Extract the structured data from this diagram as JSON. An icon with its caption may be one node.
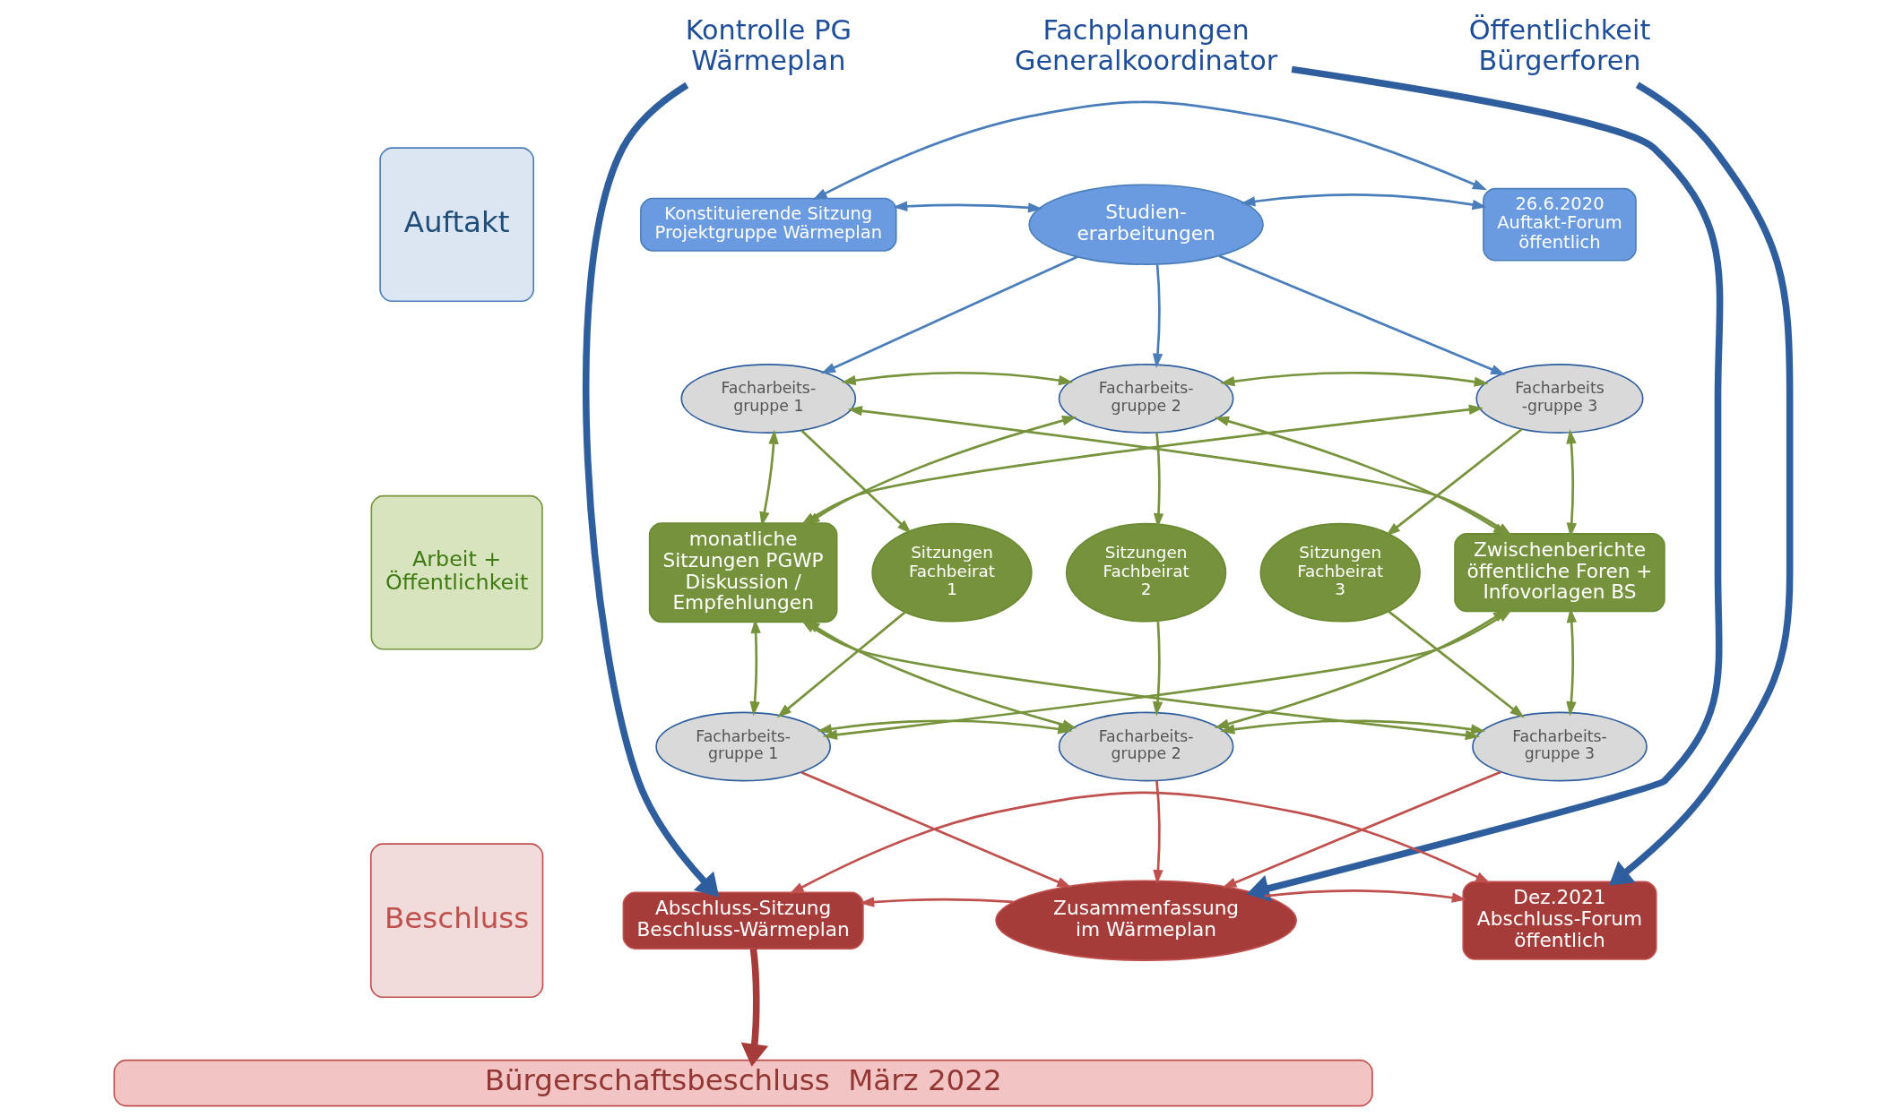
{
  "diagram": {
    "nodes": [
      {
        "text": [
          "Auftakt"
        ]
      },
      {
        "text": [
          "Arbeit + Öffentlichkeit"
        ]
      },
      {
        "text": [
          "Beschluss"
        ]
      },
      {
        "text": [
          "Kontrolle PG Wärmeplan"
        ]
      },
      {
        "text": [
          "Fachplanungen Generalkoordinator"
        ]
      },
      {
        "text": [
          "Öffentlichkeit Bürgerforen"
        ]
      },
      {
        "text": [
          "Konstituierende Sitzung Projektgruppe Wärmeplan"
        ]
      },
      {
        "text": [
          "Studien- erarbeitungen"
        ]
      },
      {
        "text": [
          "26.6.2020 Auftakt-Forum öffentlich"
        ]
      },
      {
        "text": [
          "Facharbeits- gruppe 1"
        ]
      },
      {
        "text": [
          "Facharbeits- gruppe 2"
        ]
      },
      {
        "text": [
          "Facharbeits -gruppe 3"
        ]
      },
      {
        "text": [
          "monatliche Sitzungen PGWP Diskussion / Empfehlungen"
        ]
      },
      {
        "text": [
          "Sitzungen Fachbeirat 1"
        ]
      },
      {
        "text": [
          "Sitzungen Fachbeirat 2"
        ]
      },
      {
        "text": [
          "Sitzungen Fachbeirat 3"
        ]
      },
      {
        "text": [
          "Zwischenberichte öffentliche Foren + Infovorlagen BS"
        ]
      },
      {
        "text": [
          "Facharbeits- gruppe 1"
        ]
      },
      {
        "text": [
          "Facharbeits- gruppe 2"
        ]
      },
      {
        "text": [
          "Facharbeits- gruppe 3"
        ]
      },
      {
        "text": [
          "Abschluss-Sitzung Beschluss-Wärmeplan"
        ]
      },
      {
        "text": [
          "Zusammenfassung im Wärmeplan"
        ]
      },
      {
        "text": [
          "Dez.2021 Abschluss-Forum öffentlich"
        ]
      },
      {
        "text": [
          "Bürgerschaftsbeschluss  März 2022"
        ]
      }
    ],
    "edges": [
      {
        "from": 6,
        "to": 8,
        "arrow": "both",
        "color": "#4a7ebb"
      },
      {
        "from": 6,
        "to": 7,
        "arrow": "both",
        "color": "#4a7ebb"
      },
      {
        "from": 7,
        "to": 8,
        "arrow": "both",
        "color": "#4a7ebb"
      },
      {
        "from": 7,
        "to": 9,
        "arrow": "to",
        "color": "#4a7ebb"
      },
      {
        "from": 7,
        "to": 10,
        "arrow": "to",
        "color": "#4a7ebb"
      },
      {
        "from": 7,
        "to": 11,
        "arrow": "to",
        "color": "#4a7ebb"
      },
      {
        "from": 9,
        "to": 10,
        "arrow": "both"
      },
      {
        "from": 10,
        "to": 11,
        "arrow": "both"
      },
      {
        "from": 9,
        "to": 12,
        "arrow": "both"
      },
      {
        "from": 10,
        "to": 12,
        "arrow": "both"
      },
      {
        "from": 11,
        "to": 12,
        "arrow": "both"
      },
      {
        "from": 9,
        "to": 16,
        "arrow": "both"
      },
      {
        "from": 10,
        "to": 16,
        "arrow": "both"
      },
      {
        "from": 11,
        "to": 16,
        "arrow": "both"
      },
      {
        "from": 9,
        "to": 13,
        "arrow": "to"
      },
      {
        "from": 10,
        "to": 14,
        "arrow": "to"
      },
      {
        "from": 11,
        "to": 15,
        "arrow": "to"
      },
      {
        "from": 13,
        "to": 17,
        "arrow": "to"
      },
      {
        "from": 14,
        "to": 18,
        "arrow": "to"
      },
      {
        "from": 15,
        "to": 19,
        "arrow": "to"
      },
      {
        "from": 12,
        "to": 17,
        "arrow": "both"
      },
      {
        "from": 12,
        "to": 18,
        "arrow": "both"
      },
      {
        "from": 12,
        "to": 19,
        "arrow": "both"
      },
      {
        "from": 17,
        "to": 18,
        "arrow": "both"
      },
      {
        "from": 18,
        "to": 19,
        "arrow": "both"
      },
      {
        "from": 16,
        "to": 17,
        "arrow": "both"
      },
      {
        "from": 16,
        "to": 18,
        "arrow": "both"
      },
      {
        "from": 16,
        "to": 19,
        "arrow": "both"
      },
      {
        "from": 17,
        "to": 21,
        "arrow": "to",
        "color": "#c0504d"
      },
      {
        "from": 18,
        "to": 21,
        "arrow": "to",
        "color": "#c0504d"
      },
      {
        "from": 19,
        "to": 21,
        "arrow": "to",
        "color": "#c0504d"
      },
      {
        "from": 21,
        "to": 20,
        "arrow": "to",
        "color": "#c0504d"
      },
      {
        "from": 21,
        "to": 22,
        "arrow": "to",
        "color": "#c0504d"
      },
      {
        "from": 20,
        "to": 22,
        "arrow": "both",
        "color": "#c0504d"
      },
      {
        "from": 3,
        "to": 20,
        "arrow": "to",
        "style": "thick",
        "color": "#2e5e9e"
      },
      {
        "from": 4,
        "to": 21,
        "arrow": "to",
        "style": "thick",
        "color": "#2e5e9e"
      },
      {
        "from": 5,
        "to": 22,
        "arrow": "to",
        "style": "thick",
        "color": "#2e5e9e"
      },
      {
        "from": 20,
        "to": 23,
        "arrow": "to",
        "style": "thick",
        "color": "#a63c3a"
      }
    ]
  }
}
